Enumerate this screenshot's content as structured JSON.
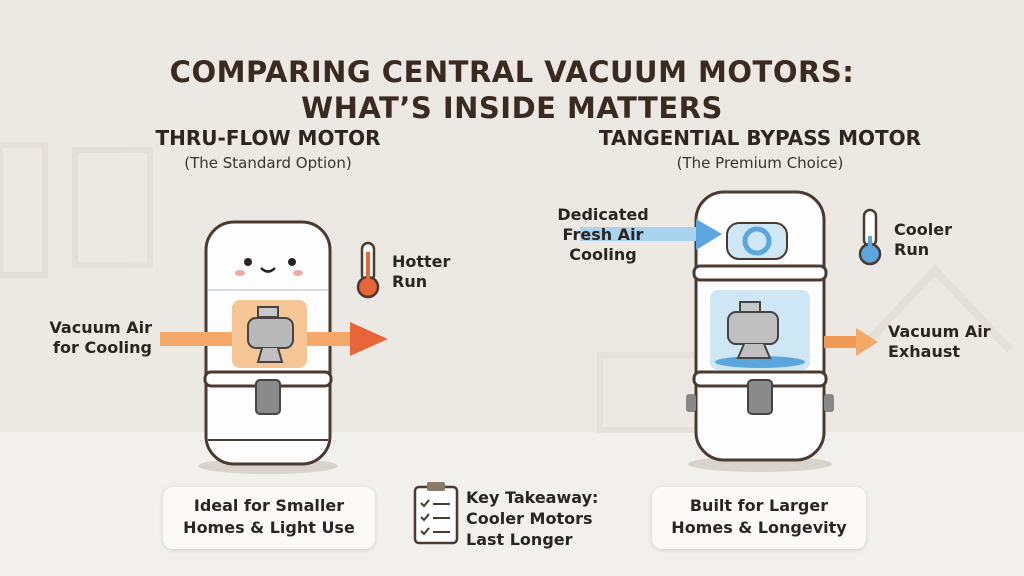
{
  "title": {
    "line1": "COMPARING CENTRAL VACUUM MOTORS:",
    "line2": "WHAT’S INSIDE MATTERS"
  },
  "left": {
    "heading": "THRU-FLOW MOTOR",
    "subtitle": "(The Standard Option)",
    "inlet_label": [
      "Vacuum Air",
      "for Cooling"
    ],
    "temp_label": [
      "Hotter",
      "Run"
    ],
    "caption": [
      "Ideal for Smaller",
      "Homes & Light Use"
    ]
  },
  "right": {
    "heading": "TANGENTIAL BYPASS MOTOR",
    "subtitle": "(The Premium Choice)",
    "inlet_label": [
      "Dedicated",
      "Fresh Air",
      "Cooling"
    ],
    "temp_label": [
      "Cooler",
      "Run"
    ],
    "exhaust_label": [
      "Vacuum Air",
      "Exhaust"
    ],
    "caption": [
      "Built for Larger",
      "Homes & Longevity"
    ]
  },
  "takeaway": {
    "lines": [
      "Key Takeaway:",
      "Cooler Motors",
      "Last Longer"
    ]
  },
  "colors": {
    "hot": "#e8653a",
    "cool": "#5aa6dd",
    "orange_bg": "#f6c596"
  }
}
